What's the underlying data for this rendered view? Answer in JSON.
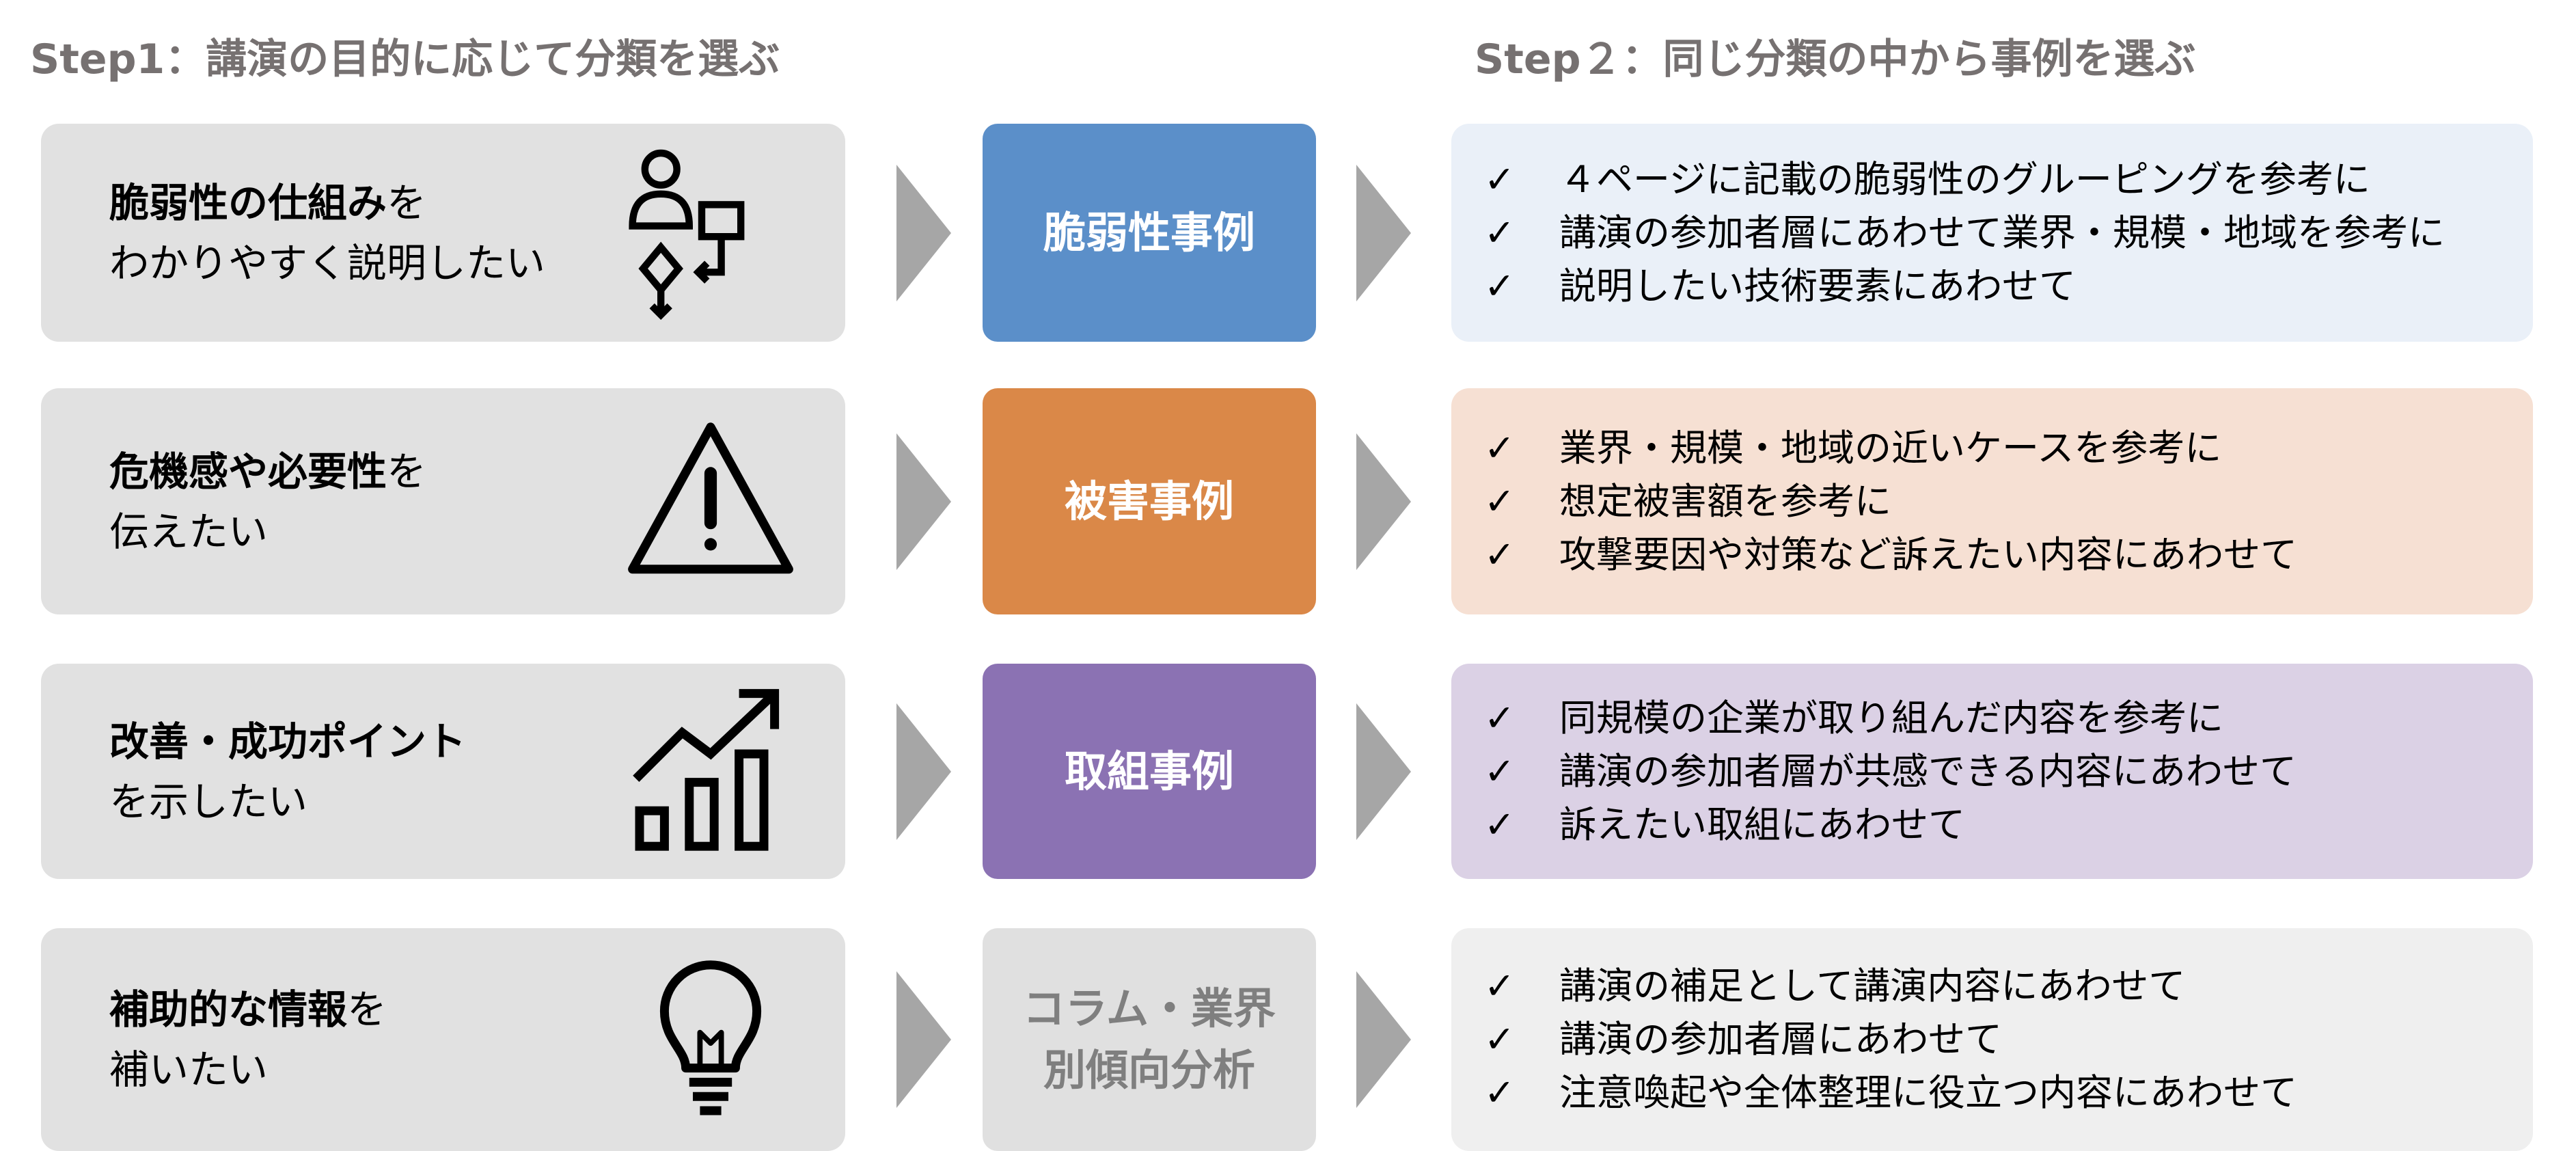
{
  "step1_title": "Step1：講演の目的に応じて分類を選ぶ",
  "step2_title": "Step２：同じ分類の中から事例を選ぶ",
  "check_icon": "✓",
  "colors": {
    "blue": "#5b8fc9",
    "orange": "#da8848",
    "purple": "#8b72b3",
    "gray": "#e0e0e0"
  },
  "rows": [
    {
      "purpose_bold": "脆弱性の仕組み",
      "purpose_rest": "を",
      "purpose_line2": "わかりやすく説明したい",
      "icon": "flowchart-icon",
      "category": "脆弱性事例",
      "tips": [
        "４ページに記載の脆弱性のグルーピングを参考に",
        "講演の参加者層にあわせて業界・規模・地域を参考に",
        "説明したい技術要素にあわせて"
      ]
    },
    {
      "purpose_bold": "危機感や必要性",
      "purpose_rest": "を",
      "purpose_line2": "伝えたい",
      "icon": "warning-icon",
      "category": "被害事例",
      "tips": [
        "業界・規模・地域の近いケースを参考に",
        "想定被害額を参考に",
        "攻撃要因や対策など訴えたい内容にあわせて"
      ]
    },
    {
      "purpose_bold": "改善・成功ポイント",
      "purpose_rest": "",
      "purpose_line2": "を示したい",
      "icon": "growth-chart-icon",
      "category": "取組事例",
      "tips": [
        "同規模の企業が取り組んだ内容を参考に",
        "講演の参加者層が共感できる内容にあわせて",
        "訴えたい取組にあわせて"
      ]
    },
    {
      "purpose_bold": "補助的な情報",
      "purpose_rest": "を",
      "purpose_line2": "補いたい",
      "icon": "lightbulb-icon",
      "category_line1": "コラム・業界",
      "category_line2": "別傾向分析",
      "tips": [
        "講演の補足として講演内容にあわせて",
        "講演の参加者層にあわせて",
        "注意喚起や全体整理に役立つ内容にあわせて"
      ]
    }
  ]
}
